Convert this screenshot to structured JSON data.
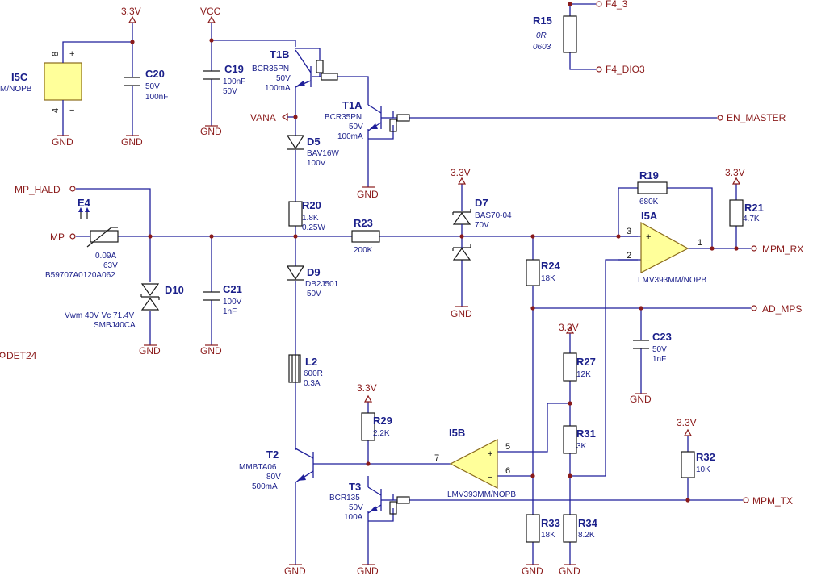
{
  "nets": {
    "v33": "3.3V",
    "vcc": "VCC",
    "gnd": "GND",
    "vana": "VANA",
    "en_master": "EN_MASTER",
    "mp_hald": "MP_HALD",
    "mp": "MP",
    "det24": "DET24",
    "mpm_rx": "MPM_RX",
    "ad_mps": "AD_MPS",
    "mpm_tx": "MPM_TX",
    "f4_3": "F4_3",
    "f4_dio3": "F4_DIO3"
  },
  "components": {
    "i5c": {
      "designator": "I5C",
      "part": "M/NOPB",
      "pin_top": "8",
      "pin_bot": "4",
      "plus": "+",
      "minus": "−"
    },
    "c20": {
      "designator": "C20",
      "v1": "50V",
      "v2": "100nF"
    },
    "c19": {
      "designator": "C19",
      "v1": "100nF",
      "v2": "50V"
    },
    "t1b": {
      "designator": "T1B",
      "v1": "BCR35PN",
      "v2": "50V",
      "v3": "100mA"
    },
    "t1a": {
      "designator": "T1A",
      "v1": "BCR35PN",
      "v2": "50V",
      "v3": "100mA"
    },
    "d5": {
      "designator": "D5",
      "v1": "BAV16W",
      "v2": "100V"
    },
    "r15": {
      "designator": "R15",
      "v1": "0R",
      "v2": "0603"
    },
    "r20": {
      "designator": "R20",
      "v1": "1.8K",
      "v2": "0.25W"
    },
    "r23": {
      "designator": "R23",
      "v1": "200K"
    },
    "d7": {
      "designator": "D7",
      "v1": "BAS70-04",
      "v2": "70V"
    },
    "r19": {
      "designator": "R19",
      "v1": "680K"
    },
    "r21": {
      "designator": "R21",
      "v1": "4.7K"
    },
    "i5a": {
      "designator": "I5A",
      "part": "LMV393MM/NOPB",
      "p3": "3",
      "p2": "2",
      "p1": "1",
      "plus": "+",
      "minus": "−"
    },
    "e4": {
      "designator": "E4",
      "v1": "0.09A",
      "v2": "63V",
      "v3": "B59707A0120A062"
    },
    "d10": {
      "designator": "D10",
      "v1": "Vwm 40V  Vc 71.4V",
      "v2": "SMBJ40CA"
    },
    "c21": {
      "designator": "C21",
      "v1": "100V",
      "v2": "1nF"
    },
    "d9": {
      "designator": "D9",
      "v1": "DB2J501",
      "v2": "50V"
    },
    "r24": {
      "designator": "R24",
      "v1": "18K"
    },
    "c23": {
      "designator": "C23",
      "v1": "50V",
      "v2": "1nF"
    },
    "l2": {
      "designator": "L2",
      "v1": "600R",
      "v2": "0.3A"
    },
    "r27": {
      "designator": "R27",
      "v1": "12K"
    },
    "r29": {
      "designator": "R29",
      "v1": "2.2K"
    },
    "i5b": {
      "designator": "I5B",
      "part": "LMV393MM/NOPB",
      "p5": "5",
      "p6": "6",
      "p7": "7",
      "plus": "+",
      "minus": "−"
    },
    "r31": {
      "designator": "R31",
      "v1": "3K"
    },
    "t2": {
      "designator": "T2",
      "v1": "MMBTA06",
      "v2": "80V",
      "v3": "500mA"
    },
    "r32": {
      "designator": "R32",
      "v1": "10K"
    },
    "t3": {
      "designator": "T3",
      "v1": "BCR135",
      "v2": "50V",
      "v3": "100A"
    },
    "r33": {
      "designator": "R33",
      "v1": "18K"
    },
    "r34": {
      "designator": "R34",
      "v1": "8.2K"
    }
  }
}
